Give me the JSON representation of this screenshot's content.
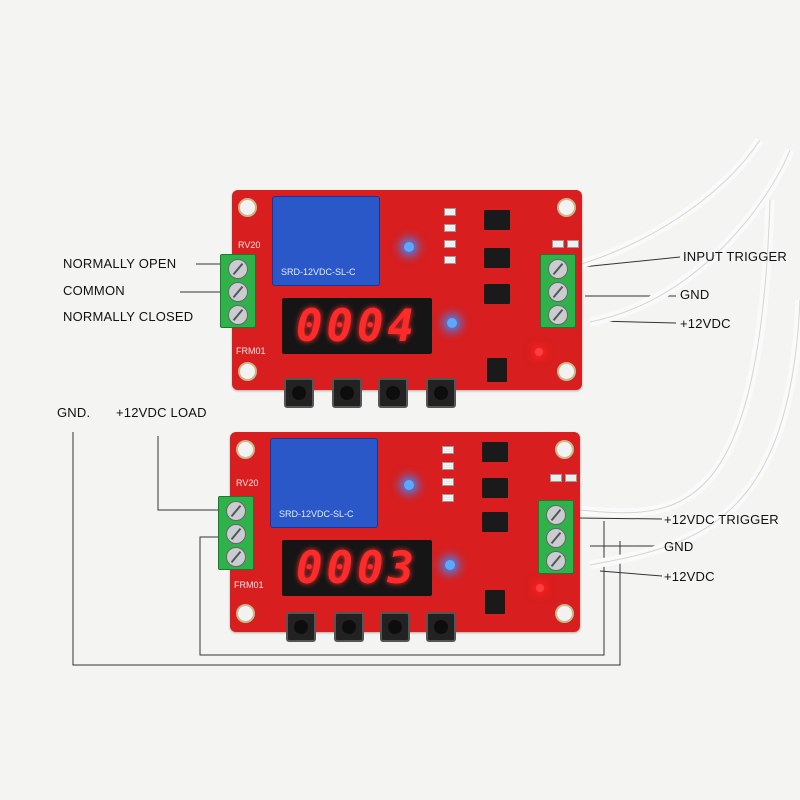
{
  "labels": {
    "normally_open": "NORMALLY OPEN",
    "common": "COMMON",
    "normally_closed": "NORMALLY CLOSED",
    "input_trigger": "INPUT TRIGGER",
    "gnd_top": "GND",
    "v12_top": "+12VDC",
    "gnd_left": "GND.",
    "v12_load": "+12VDC LOAD",
    "v12_trigger": "+12VDC TRIGGER",
    "gnd_bottom": "GND",
    "v12_bottom": "+12VDC"
  },
  "boards": [
    {
      "display": "0004",
      "relay_text": "SRD-12VDC-SL-C",
      "silk_rv": "RV20",
      "silk_frm": "FRM01"
    },
    {
      "display": "0003",
      "relay_text": "SRD-12VDC-SL-C",
      "silk_rv": "RV20",
      "silk_frm": "FRM01"
    }
  ],
  "colors": {
    "pcb": "#d81e1e",
    "relay": "#2a58c8",
    "terminal": "#2fb24a",
    "digits": "#ff2a2a"
  }
}
